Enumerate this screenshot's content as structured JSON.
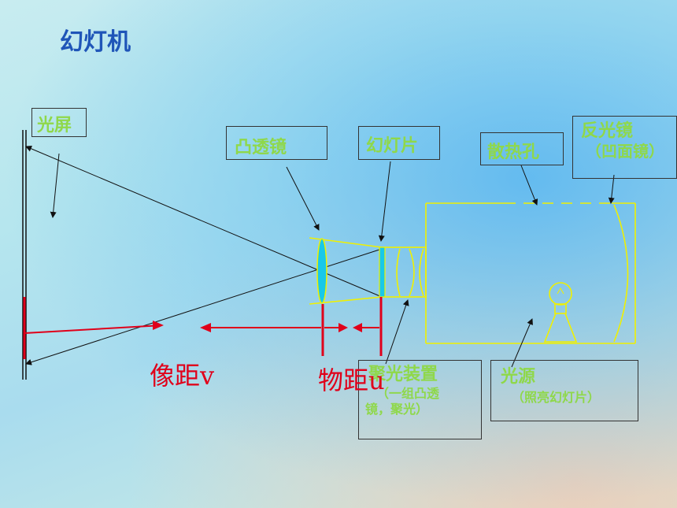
{
  "title": "幻灯机",
  "labels": {
    "screen": "光屏",
    "convex_lens": "凸透镜",
    "slide": "幻灯片",
    "vent": "散热孔",
    "reflector_line1": "反光镜",
    "reflector_line2": "（凹面镜）",
    "condenser_line1": "聚光装置",
    "condenser_line2": "（一组凸透",
    "condenser_line3": "镜，聚光）",
    "light_source_line1": "光源",
    "light_source_line2": "（照亮幻灯片）"
  },
  "distances": {
    "image_distance": "像距v",
    "object_distance": "物距u"
  },
  "colors": {
    "title": "#1f55b8",
    "label_text": "#8fd84a",
    "distance_red": "#e0001a",
    "yellow_outline": "#f0f000",
    "lens_cyan": "#19c8e8"
  }
}
